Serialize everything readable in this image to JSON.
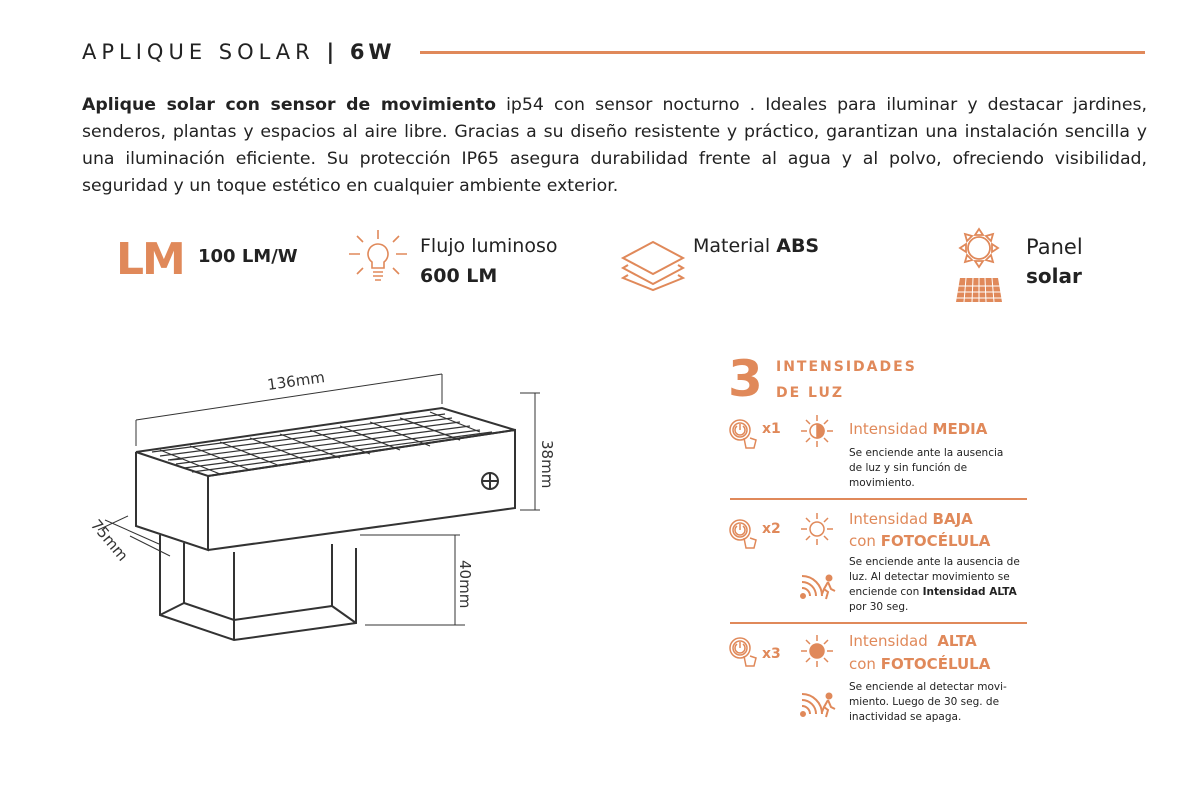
{
  "header": {
    "title": "APLIQUE SOLAR",
    "separator": "|",
    "power": "6W"
  },
  "description": {
    "bold": "Aplique solar con sensor de movimiento",
    "text": " ip54 con sensor nocturno . Ideales para iluminar y destacar jardines, senderos, plantas y espacios al aire libre. Gracias a su diseño resistente y práctico, garantizan una instalación sencilla y una iluminación eficiente. Su protección IP65 asegura durabilidad frente al agua y al polvo, ofreciendo visibilidad, seguridad y un toque estético en cualquier ambiente exterior."
  },
  "specs": {
    "efficacy": {
      "icon": "LM",
      "value": "100 LM/W"
    },
    "flux": {
      "label": "Flujo luminoso",
      "value": "600 LM"
    },
    "material": {
      "label": "Material ",
      "value": "ABS"
    },
    "panel": {
      "label": "Panel",
      "value": "solar"
    }
  },
  "dimensions": {
    "width": "136mm",
    "height": "38mm",
    "depth": "75mm",
    "arm": "40mm"
  },
  "intensities": {
    "number": "3",
    "title1": "INTENSIDADES",
    "title2": "DE LUZ",
    "modes": [
      {
        "presses": "x1",
        "line1a": "Intensidad ",
        "line1b": "MEDIA",
        "desc": "Se enciende ante la ausencia de luz y sin función de movimiento."
      },
      {
        "presses": "x2",
        "line1a": "Intensidad ",
        "line1b": "BAJA",
        "line2a": "con ",
        "line2b": "FOTOCÉLULA",
        "desc_a": "Se enciende ante la ausencia de luz. Al detectar movimiento se enciende con ",
        "desc_b": "Intensidad ALTA",
        "desc_c": " por 30 seg."
      },
      {
        "presses": "x3",
        "line1a": "Intensidad  ",
        "line1b": "ALTA",
        "line2a": "con ",
        "line2b": "FOTOCÉLULA",
        "desc": "Se enciende al detectar movi-miento. Luego de 30 seg. de inactividad se apaga."
      }
    ]
  },
  "colors": {
    "accent": "#e0895a"
  }
}
